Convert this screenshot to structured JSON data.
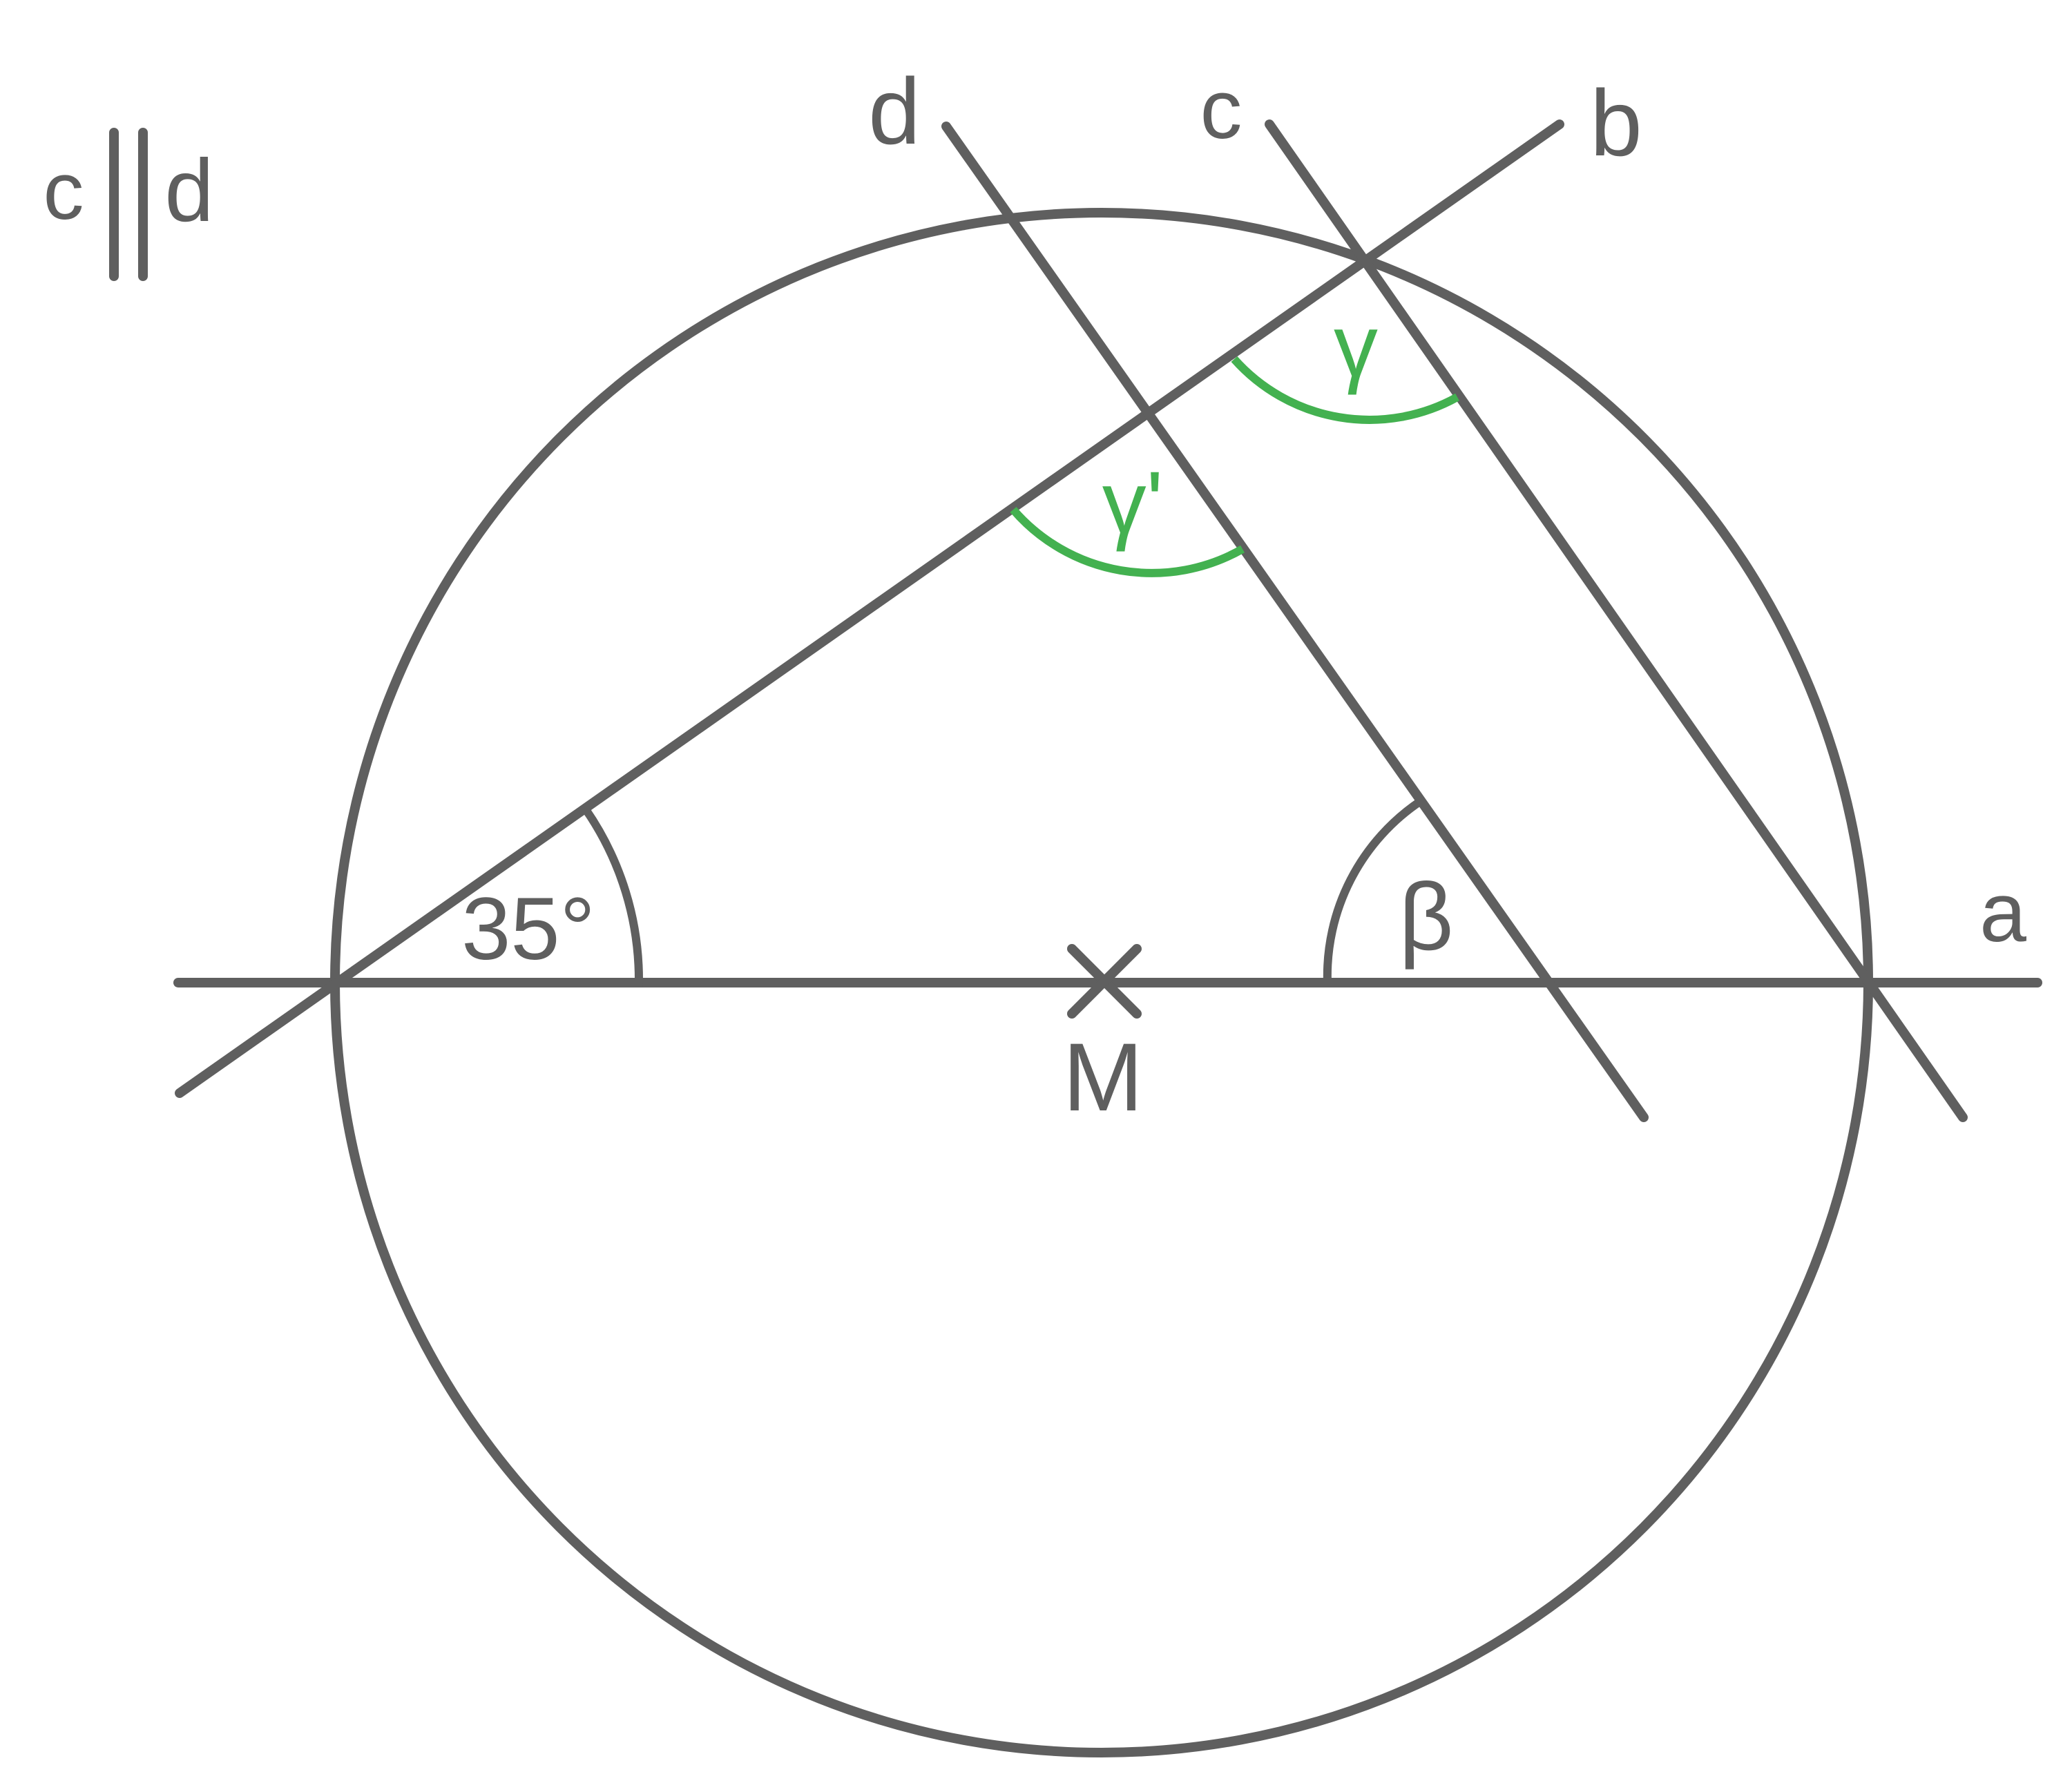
{
  "diagram": {
    "parallel_note": {
      "left": "c",
      "symbol": "||",
      "right": "d"
    },
    "lines": {
      "a": "a",
      "b": "b",
      "c": "c",
      "d": "d"
    },
    "center_label": "M",
    "angles": {
      "given": "35°",
      "beta": "β",
      "gamma": "γ",
      "gamma_prime": "γ'"
    },
    "colors": {
      "stroke": "#5f5f5f",
      "highlight": "#43b150",
      "background": "#ffffff"
    }
  }
}
